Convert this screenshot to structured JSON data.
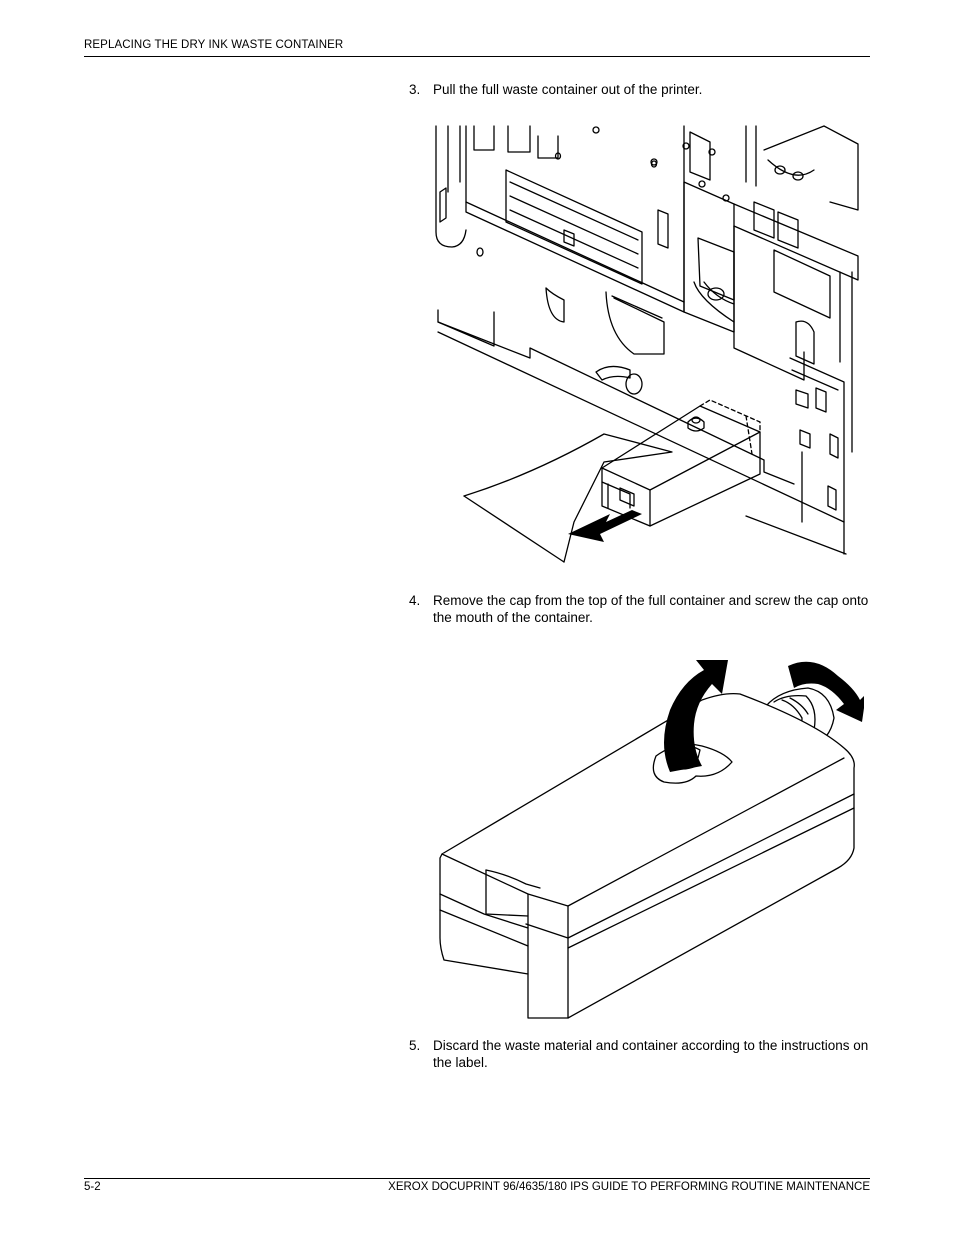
{
  "header": {
    "title": "REPLACING THE DRY INK WASTE CONTAINER"
  },
  "steps": [
    {
      "number": "3.",
      "text": "Pull the full waste container out of the printer."
    },
    {
      "number": "4.",
      "text": "Remove the cap from the top of the full container and screw the cap onto the mouth of the container."
    },
    {
      "number": "5.",
      "text": "Discard the waste material and container according to the instructions on the label."
    }
  ],
  "footer": {
    "page_number": "5-2",
    "doc_title": "XEROX DOCUPRINT 96/4635/180 IPS GUIDE TO PERFORMING ROUTINE MAINTENANCE"
  }
}
